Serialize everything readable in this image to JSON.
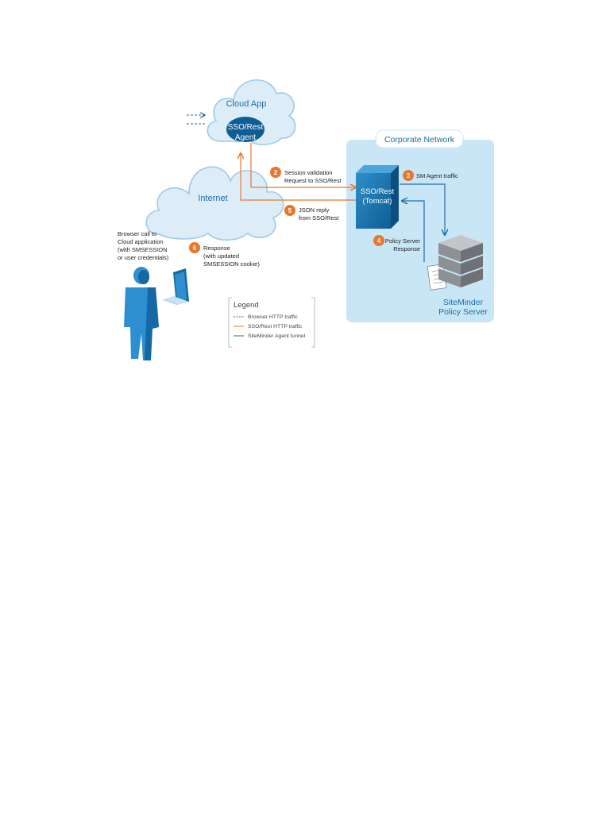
{
  "cloud_app": {
    "title": "Cloud App",
    "agent_line1": "SSO/Rest",
    "agent_line2": "Agent"
  },
  "internet": {
    "label": "Internet"
  },
  "corporate_network": {
    "title": "Corporate Network"
  },
  "tomcat": {
    "line1": "SSO/Rest",
    "line2": "(Tomcat)"
  },
  "policy_server": {
    "line1": "SiteMinder",
    "line2": "Policy Server"
  },
  "steps": {
    "s2": {
      "number": "2",
      "line1": "Session validation",
      "line2": "Request to SSO/Rest"
    },
    "s3": {
      "number": "3",
      "line1": "SM Agent traffic"
    },
    "s4": {
      "number": "4",
      "line1": "Policy Server",
      "line2": "Response"
    },
    "s5": {
      "number": "5",
      "line1": "JSON reply",
      "line2": "from SSO/Rest"
    },
    "s6": {
      "number": "6",
      "line1": "Response",
      "line2": "(with updated",
      "line3": "SMSESSION cookie)"
    }
  },
  "browser_call": {
    "line1": "Browser call to",
    "line2": "Cloud application",
    "line3": "(with SMSESSION",
    "line4": "or user credentials)"
  },
  "legend": {
    "title": "Legend",
    "items": [
      {
        "label": "Browser HTTP traffic",
        "color": "#1f6fa8",
        "style": "dashed"
      },
      {
        "label": "SSO/Rest HTTP traffic",
        "color": "#e8772e",
        "style": "solid"
      },
      {
        "label": "SiteMinder Agent tunnel",
        "color": "#1f6fa8",
        "style": "solid"
      }
    ]
  },
  "colors": {
    "cloud_fill": "#dcedf8",
    "cloud_stroke": "#9ccbe6",
    "network_fill": "#c9e6f7",
    "accent_blue": "#1f6fa8",
    "orange": "#e8772e",
    "text_blue": "#1a6ea5"
  }
}
